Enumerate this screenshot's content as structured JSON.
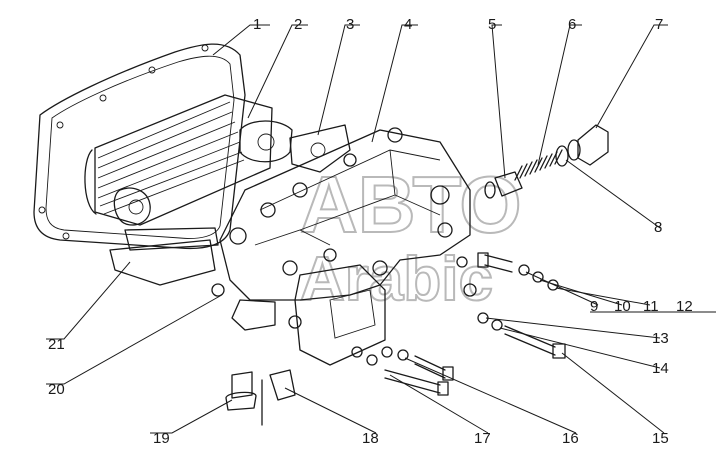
{
  "diagram": {
    "callouts": [
      "1",
      "2",
      "3",
      "4",
      "5",
      "6",
      "7",
      "8",
      "9",
      "10",
      "11",
      "12",
      "13",
      "14",
      "15",
      "16",
      "17",
      "18",
      "19",
      "20",
      "21"
    ],
    "watermark": {
      "word_top": "АВТО",
      "word_bottom": "Arabic"
    }
  }
}
